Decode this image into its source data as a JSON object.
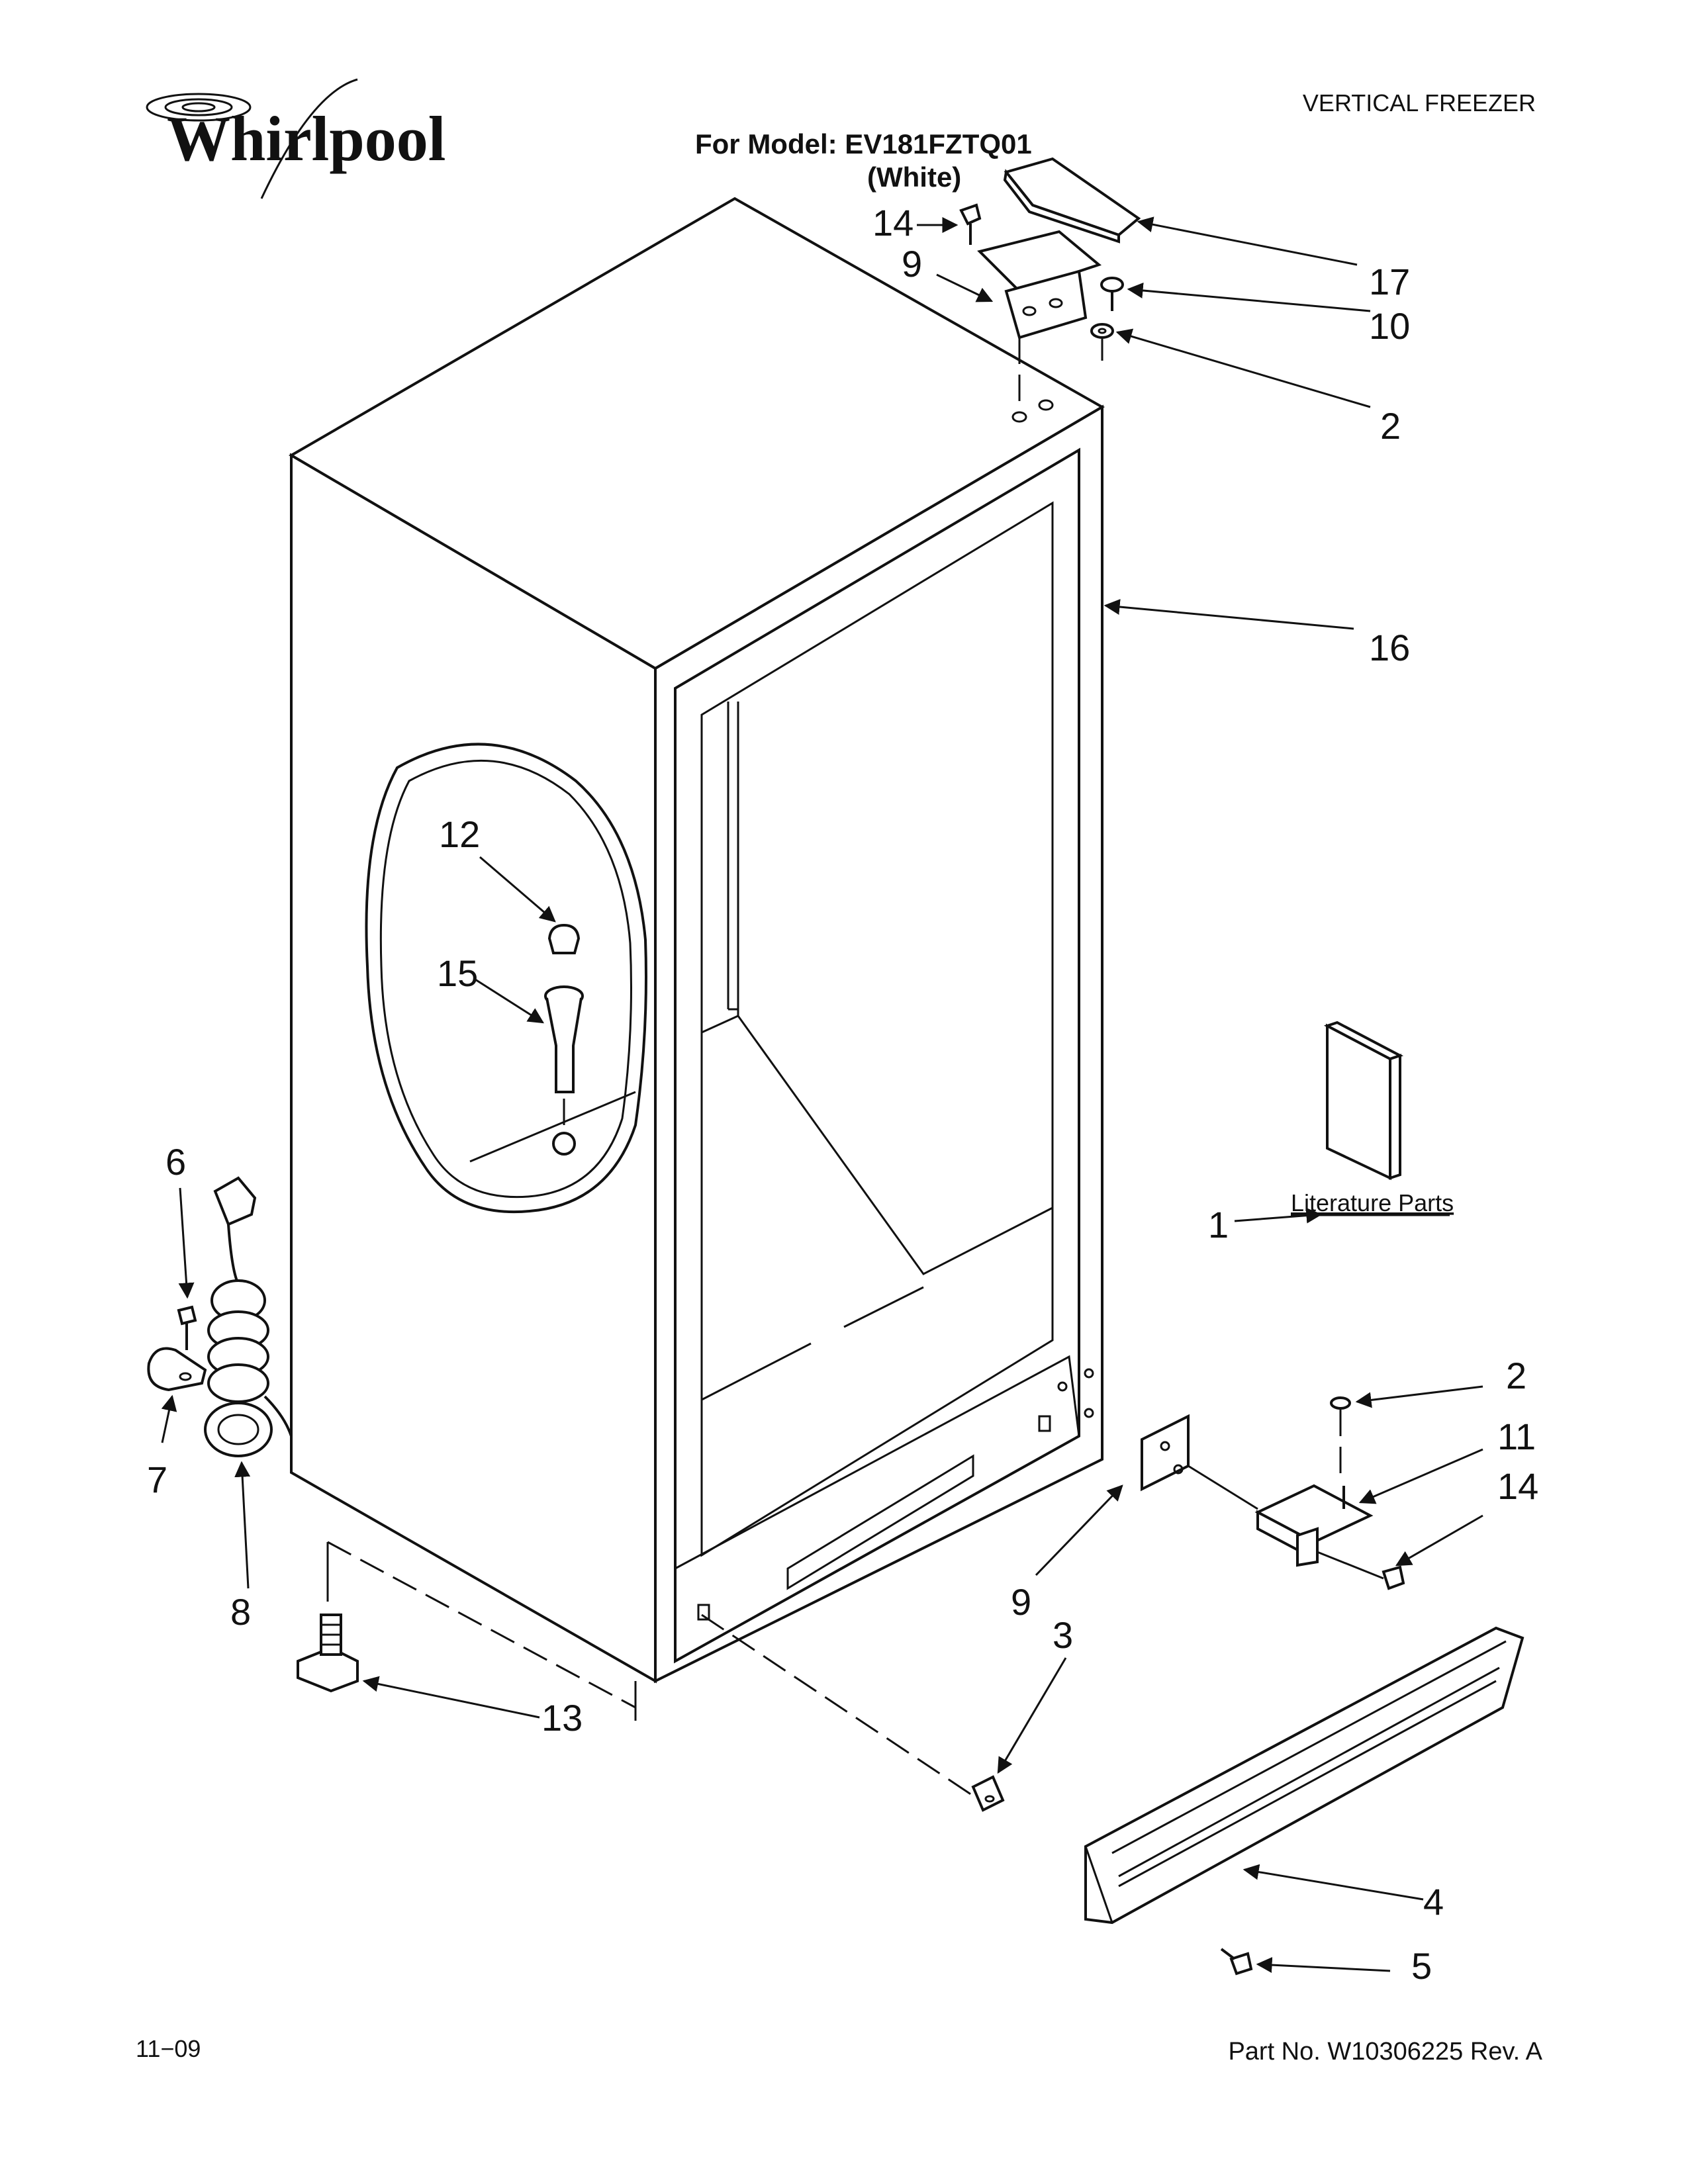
{
  "brand": {
    "name": "Whirlpool"
  },
  "header": {
    "category": "VERTICAL FREEZER",
    "model_line": "For Model: EV181FZTQ01",
    "color_line": "(White)"
  },
  "literature": {
    "label": "Literature Parts"
  },
  "footer": {
    "date": "11−09",
    "part_no": "Part No. W10306225 Rev. A"
  },
  "callouts": [
    {
      "id": "c17",
      "label": "17"
    },
    {
      "id": "c14a",
      "label": "14"
    },
    {
      "id": "c9a",
      "label": "9"
    },
    {
      "id": "c10",
      "label": "10"
    },
    {
      "id": "c2a",
      "label": "2"
    },
    {
      "id": "c16",
      "label": "16"
    },
    {
      "id": "c12",
      "label": "12"
    },
    {
      "id": "c15",
      "label": "15"
    },
    {
      "id": "c1",
      "label": "1"
    },
    {
      "id": "c6",
      "label": "6"
    },
    {
      "id": "c7",
      "label": "7"
    },
    {
      "id": "c8",
      "label": "8"
    },
    {
      "id": "c2b",
      "label": "2"
    },
    {
      "id": "c11",
      "label": "11"
    },
    {
      "id": "c14b",
      "label": "14"
    },
    {
      "id": "c9b",
      "label": "9"
    },
    {
      "id": "c3",
      "label": "3"
    },
    {
      "id": "c13",
      "label": "13"
    },
    {
      "id": "c4",
      "label": "4"
    },
    {
      "id": "c5",
      "label": "5"
    }
  ]
}
